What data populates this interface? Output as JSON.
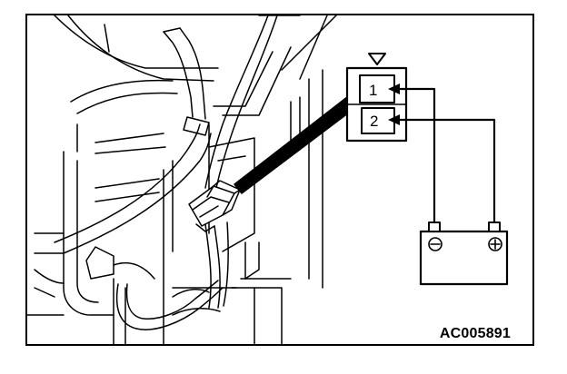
{
  "figure": {
    "id_code": "AC005891",
    "connector_pins": [
      "1",
      "2"
    ],
    "battery_terminals": {
      "left": "negative-terminal-icon",
      "right": "positive-terminal-icon"
    },
    "connector_orientation": "downward-triangle-icon"
  }
}
